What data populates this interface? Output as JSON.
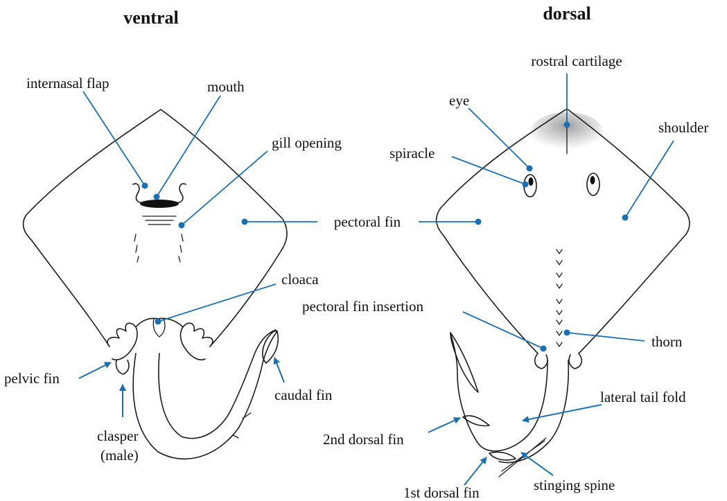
{
  "colors": {
    "accent": "#1a6fb3",
    "ink": "#1a1a1a"
  },
  "headings": {
    "ventral": "ventral",
    "dorsal": "dorsal"
  },
  "labels": {
    "internasal_flap": "internasal flap",
    "mouth": "mouth",
    "gill_opening": "gill opening",
    "pectoral_fin": "pectoral fin",
    "cloaca": "cloaca",
    "pelvic_fin": "pelvic fin",
    "clasper_line1": "clasper",
    "clasper_line2": "(male)",
    "caudal_fin": "caudal fin",
    "rostral_cartilage": "rostral cartilage",
    "eye": "eye",
    "spiracle": "spiracle",
    "shoulder": "shoulder",
    "pectoral_fin_insertion": "pectoral fin insertion",
    "thorn": "thorn",
    "lateral_tail_fold": "lateral tail fold",
    "second_dorsal_fin": "2nd dorsal fin",
    "first_dorsal_fin": "1st dorsal fin",
    "stinging_spine": "stinging spine"
  }
}
